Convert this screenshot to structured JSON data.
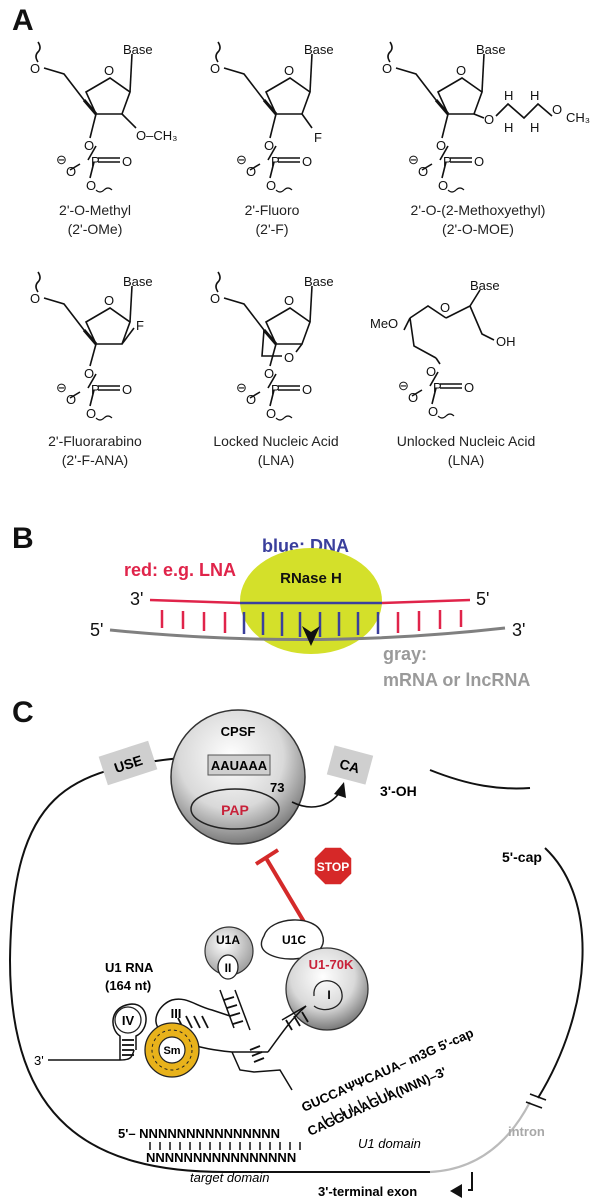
{
  "panels": {
    "a": "A",
    "b": "B",
    "c": "C"
  },
  "chemistry": {
    "base": "Base",
    "och3": "O–CH₃",
    "f": "F",
    "oh": "OH",
    "meo": "MeO",
    "p": "P",
    "o": "O",
    "ring_o": "O",
    "eq_o": "=O",
    "h": "H",
    "ch3": "CH₃",
    "minus": "⊖",
    "structures": [
      {
        "line1": "2'-O-Methyl",
        "line2": "(2'-OMe)"
      },
      {
        "line1": "2'-Fluoro",
        "line2": "(2'-F)"
      },
      {
        "line1": "2'-O-(2-Methoxyethyl)",
        "line2": "(2'-O-MOE)"
      },
      {
        "line1": "2'-Fluorarabino",
        "line2": "(2'-F-ANA)"
      },
      {
        "line1": "Locked Nucleic Acid",
        "line2": "(LNA)"
      },
      {
        "line1": "Unlocked Nucleic Acid",
        "line2": "(LNA)"
      }
    ]
  },
  "gapmer": {
    "legend_blue": "blue: DNA",
    "legend_red": "red: e.g. LNA",
    "enzyme": "RNase H",
    "top_left": "3'",
    "top_right": "5'",
    "bottom_left": "5'",
    "bottom_right": "3'",
    "legend_gray_1": "gray:",
    "legend_gray_2": "mRNA or lncRNA",
    "colors": {
      "red": "#e0244a",
      "blue": "#3a3f9c",
      "gray": "#8a8a8a",
      "green": "#d4e02a"
    }
  },
  "u1": {
    "cpsf": "CPSF",
    "aauaaa": "AAUAAA",
    "seventy_three": "73",
    "pap": "PAP",
    "use": "USE",
    "ca": "CA",
    "three_oh": "3'-OH",
    "five_cap": "5'-cap",
    "stop": "STOP",
    "u1a": "U1A",
    "u1c": "U1C",
    "u170k": "U1-70K",
    "roman_1": "I",
    "roman_2": "II",
    "roman_3": "III",
    "roman_4": "IV",
    "u1rna_1": "U1 RNA",
    "u1rna_2": "(164 nt)",
    "three_prime": "3'",
    "sm": "Sm",
    "u1_top": "GUCCAΨΨCAUA– m3G 5'-cap",
    "u1_bottom": "CAGGUAAGUA(NNN)–3'",
    "u1_domain": "U1 domain",
    "target_top": "5'– NNNNNNNNNNNNNNN",
    "target_bottom": "NNNNNNNNNNNNNNNN",
    "target_domain": "target domain",
    "intron": "intron",
    "terminal_exon": "3'-terminal exon"
  }
}
